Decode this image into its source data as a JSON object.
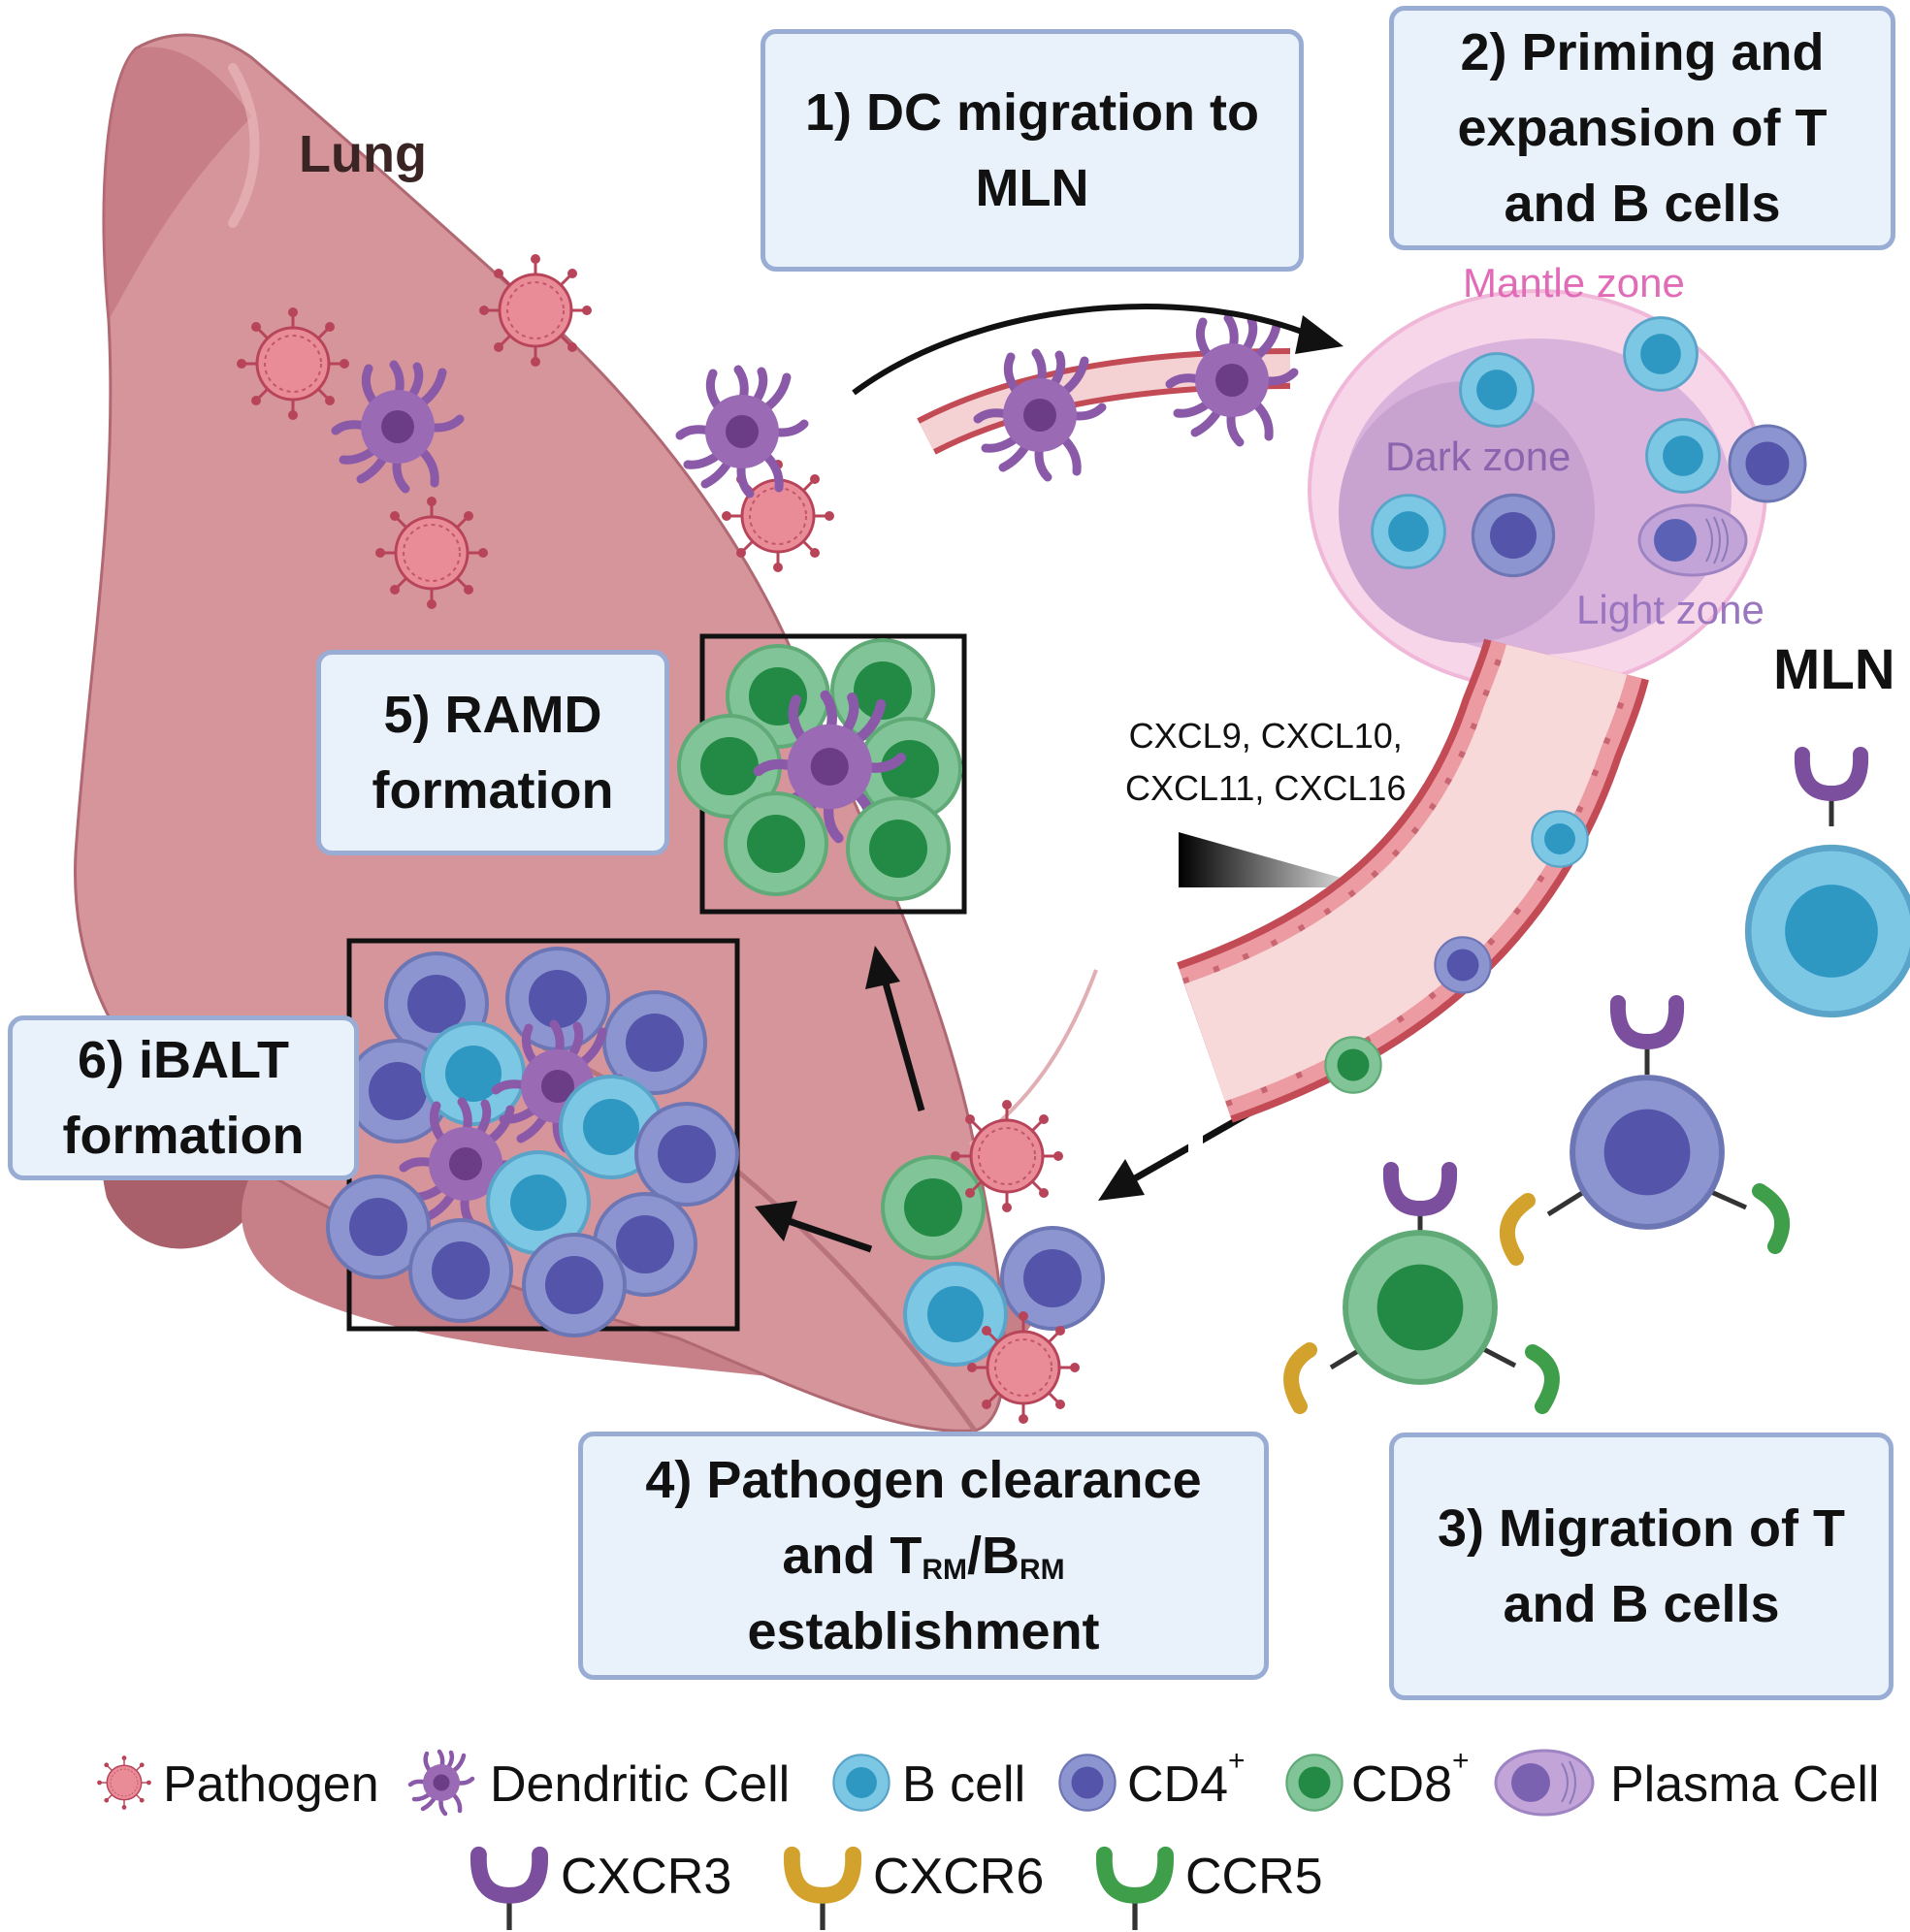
{
  "title": "",
  "labels": {
    "lung": "Lung",
    "mln": "MLN",
    "mantle_zone": "Mantle zone",
    "dark_zone": "Dark zone",
    "light_zone": "Light zone",
    "chemokines_line1": "CXCL9, CXCL10,",
    "chemokines_line2": "CXCL11, CXCL16"
  },
  "steps": {
    "s1": {
      "line1": "1) DC migration to",
      "line2": "MLN"
    },
    "s2": {
      "line1": "2) Priming and",
      "line2": "expansion of T",
      "line3": "and B cells"
    },
    "s3": {
      "line1": "3) Migration of T",
      "line2": "and B cells"
    },
    "s4": {
      "line1": "4) Pathogen clearance",
      "line2_pre": "and T",
      "sub1": "RM",
      "slash": "/B",
      "sub2": "RM",
      "line3": "establishment"
    },
    "s5": {
      "line1": "5) RAMD",
      "line2": "formation"
    },
    "s6": {
      "line1": "6) iBALT",
      "line2": "formation"
    }
  },
  "legend": {
    "pathogen": "Pathogen",
    "dendritic_cell": "Dendritic Cell",
    "b_cell": "B cell",
    "cd4": "CD4",
    "cd8": "CD8",
    "plus": "+",
    "plasma_cell": "Plasma Cell",
    "cxcr3": "CXCR3",
    "cxcr6": "CXCR6",
    "ccr5": "CCR5"
  },
  "colors": {
    "lung": "#d5959b",
    "lung_dark": "#b76a73",
    "pathogen": "#e98c98",
    "dendritic": "#9b6ab5",
    "b_cell": "#7cc7e4",
    "cd4": "#8c95cf",
    "cd8": "#81c497",
    "cxcr3": "#7b4f9e",
    "cxcr6": "#d3a22c",
    "ccr5": "#3f9e4a",
    "box_fill": "#e9f1fb",
    "box_border": "#98acd4"
  }
}
